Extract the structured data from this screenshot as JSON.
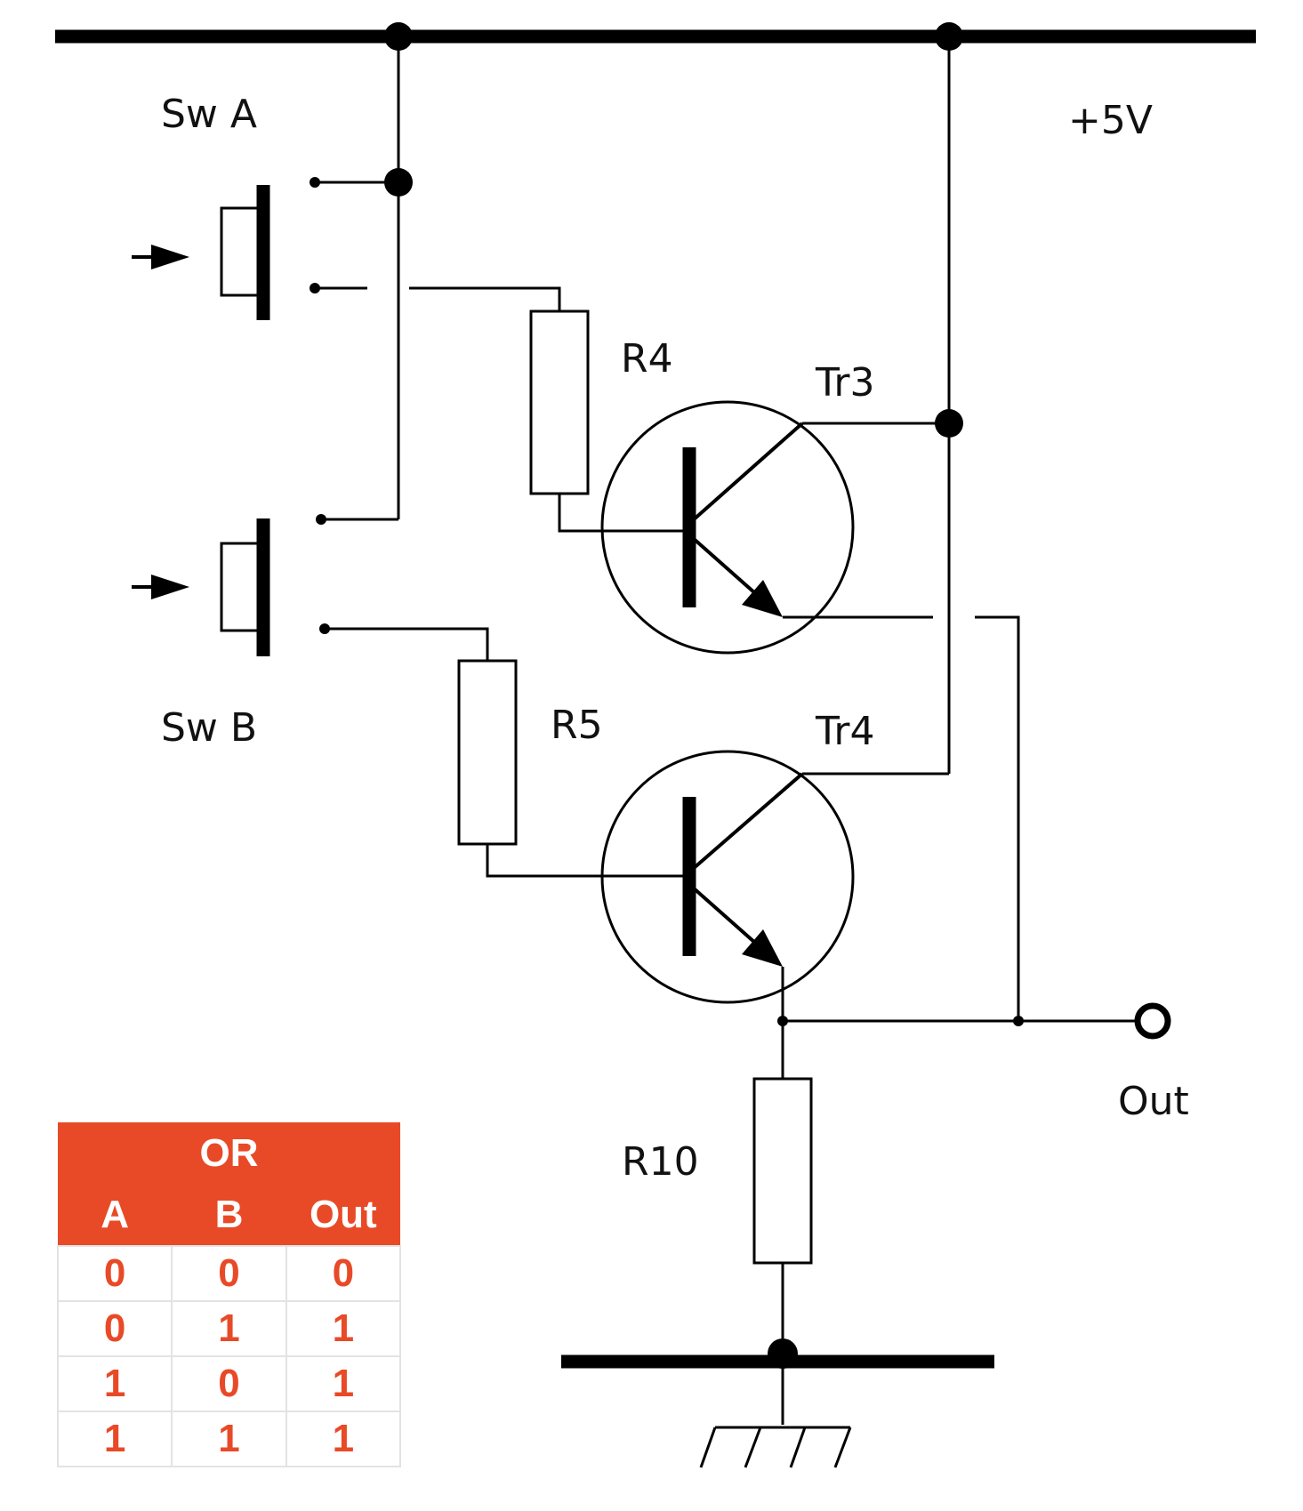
{
  "labels": {
    "sw_a": "Sw A",
    "sw_b": "Sw B",
    "supply": "+5V",
    "r4": "R4",
    "r5": "R5",
    "r10": "R10",
    "tr3": "Tr3",
    "tr4": "Tr4",
    "out": "Out"
  },
  "truth_table": {
    "title": "OR",
    "headers": [
      "A",
      "B",
      "Out"
    ],
    "rows": [
      [
        "0",
        "0",
        "0"
      ],
      [
        "0",
        "1",
        "1"
      ],
      [
        "1",
        "0",
        "1"
      ],
      [
        "1",
        "1",
        "1"
      ]
    ]
  },
  "colors": {
    "accent": "#e84a27",
    "ink": "#000000",
    "table_border": "#e3e3e3"
  }
}
